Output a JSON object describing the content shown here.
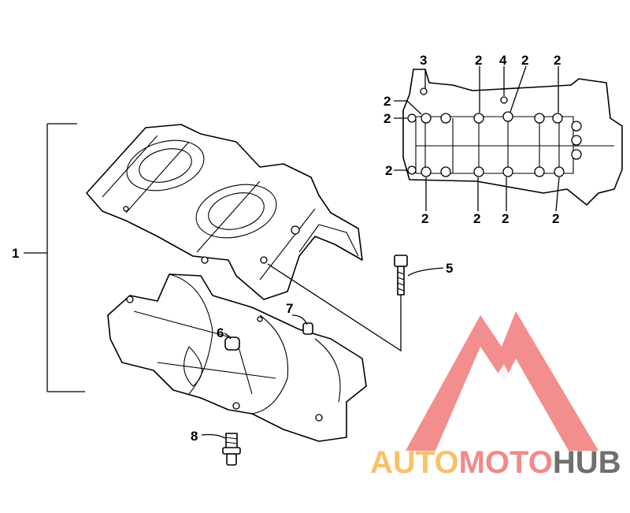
{
  "callouts": {
    "c1": "1",
    "c2": "2",
    "c3": "3",
    "c4": "4",
    "c5": "5",
    "c6": "6",
    "c7": "7",
    "c8": "8"
  },
  "watermark": {
    "part1": "AUTO",
    "part2": "MOTO",
    "part3": "HUB",
    "logo_color": "#f07b7b",
    "auto_color": "#f9c16a",
    "hub_color": "#6f6f6f"
  }
}
